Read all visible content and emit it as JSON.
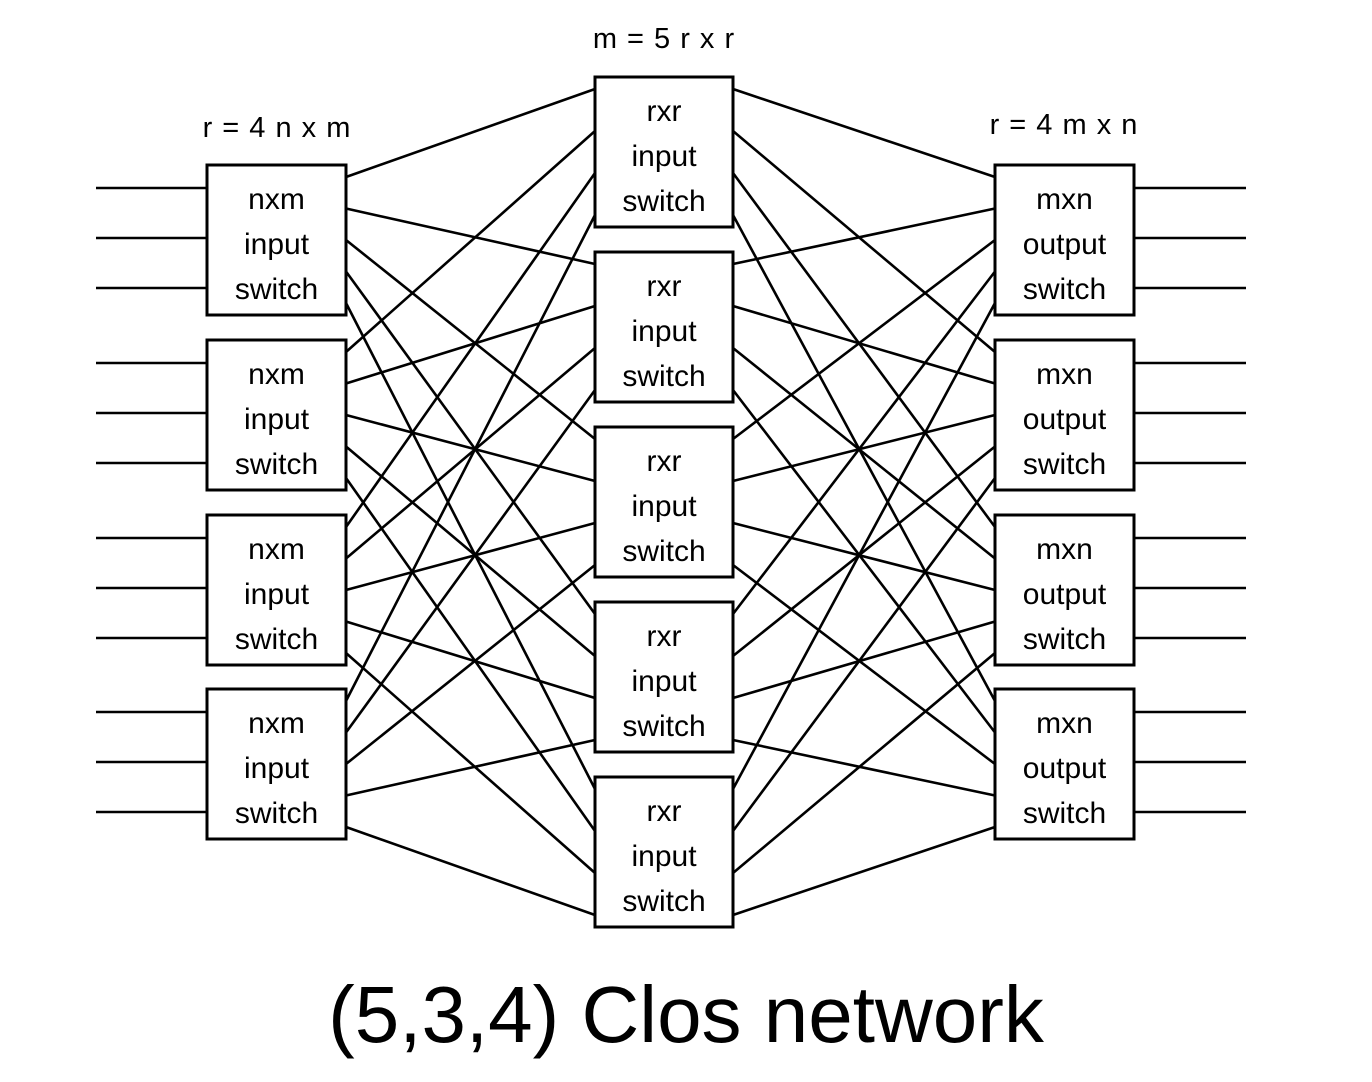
{
  "caption": "(5,3,4) Clos network",
  "stage_labels": {
    "input": "r = 4 n x m",
    "middle": "m = 5 r x r",
    "output": "r = 4 m x n"
  },
  "input_switches": [
    {
      "line1": "nxm",
      "line2": "input",
      "line3": "switch"
    },
    {
      "line1": "nxm",
      "line2": "input",
      "line3": "switch"
    },
    {
      "line1": "nxm",
      "line2": "input",
      "line3": "switch"
    },
    {
      "line1": "nxm",
      "line2": "input",
      "line3": "switch"
    }
  ],
  "middle_switches": [
    {
      "line1": "rxr",
      "line2": "input",
      "line3": "switch"
    },
    {
      "line1": "rxr",
      "line2": "input",
      "line3": "switch"
    },
    {
      "line1": "rxr",
      "line2": "input",
      "line3": "switch"
    },
    {
      "line1": "rxr",
      "line2": "input",
      "line3": "switch"
    },
    {
      "line1": "rxr",
      "line2": "input",
      "line3": "switch"
    }
  ],
  "output_switches": [
    {
      "line1": "mxn",
      "line2": "output",
      "line3": "switch"
    },
    {
      "line1": "mxn",
      "line2": "output",
      "line3": "switch"
    },
    {
      "line1": "mxn",
      "line2": "output",
      "line3": "switch"
    },
    {
      "line1": "mxn",
      "line2": "output",
      "line3": "switch"
    }
  ],
  "topology": {
    "n": 3,
    "m": 5,
    "r": 4,
    "connectivity": "full mesh between adjacent stages"
  }
}
